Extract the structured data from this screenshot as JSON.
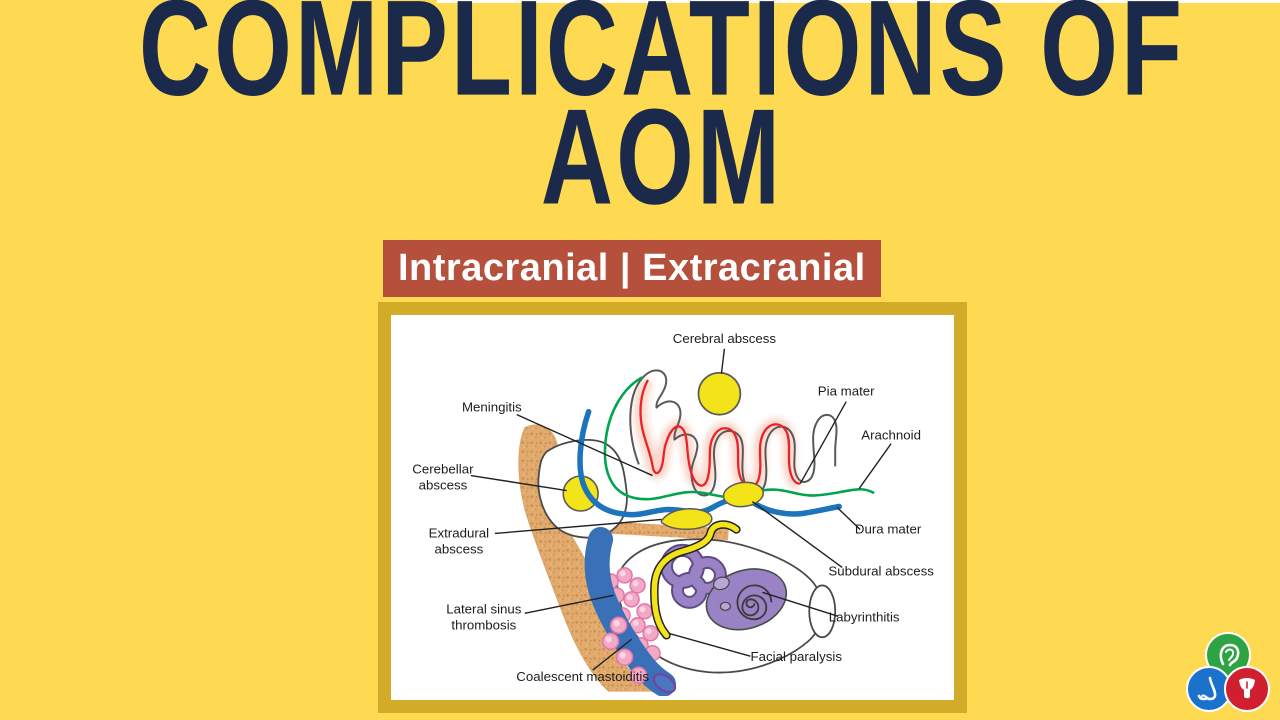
{
  "slide": {
    "title_line1": "COMPLICATIONS OF",
    "title_line2": "AOM",
    "banner_text": "Intracranial | Extracranial"
  },
  "diagram": {
    "description": "Anatomical diagram of intracranial and extracranial complications of acute otitis media",
    "labels": {
      "cerebral_abscess": "Cerebral abscess",
      "pia_mater": "Pia mater",
      "meningitis": "Meningitis",
      "arachnoid": "Arachnoid",
      "cerebellar_line1": "Cerebellar",
      "cerebellar_line2": "abscess",
      "extradural_line1": "Extradural",
      "extradural_line2": "abscess",
      "dura_mater": "Dura mater",
      "subdural_abscess": "Subdural abscess",
      "lateral_sinus_line1": "Lateral sinus",
      "lateral_sinus_line2": "thrombosis",
      "labyrinthitis": "Labyrinthitis",
      "facial_paralysis": "Facial paralysis",
      "coalescent_mastoiditis": "Coalescent mastoiditis"
    }
  },
  "logo": {
    "segments": [
      {
        "name": "ear",
        "color": "#2ea344"
      },
      {
        "name": "nose",
        "color": "#1b72cc"
      },
      {
        "name": "throat",
        "color": "#d01f2e"
      }
    ]
  },
  "colors": {
    "background": "#fdda52",
    "title_text": "#1b2a4b",
    "banner_background": "#b5503c",
    "banner_text": "#ffffff",
    "frame_border": "#d2ab28",
    "bone_tan": "#e2aa6c",
    "abscess_yellow": "#f2e418",
    "pia_red": "#e8232b",
    "arachnoid_green": "#00a550",
    "dura_blue": "#1b74bc",
    "labyrinth_purple": "#9a83c4",
    "mastoiditis_pink": "#f3a8c6",
    "sinus_blue": "#3a70b8"
  }
}
